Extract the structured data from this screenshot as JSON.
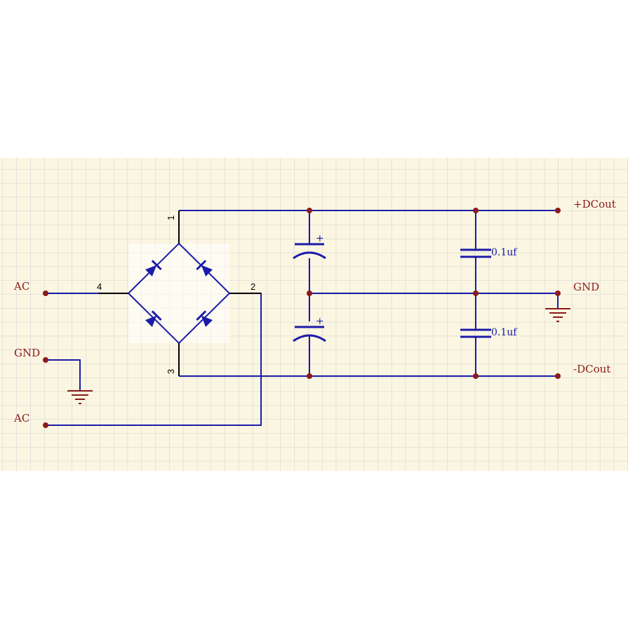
{
  "colors": {
    "sheet": "#fbf6e2",
    "grid": "#cfcfcf",
    "wire": "#1c1ca8",
    "pin_line": "#000000",
    "node": "#8b1a1a",
    "label": "#8b1a1a",
    "ground": "#8b1a1a",
    "component": "#1c1ca8"
  },
  "ports": {
    "ac_top": "AC",
    "gnd_left": "GND",
    "ac_bottom": "AC",
    "dc_plus": "+DCout",
    "gnd_right": "GND",
    "dc_minus": "-DCout"
  },
  "bridge": {
    "pin_1": "1",
    "pin_2": "2",
    "pin_3": "3",
    "pin_4": "4",
    "diode_count": 4
  },
  "capacitors": {
    "electrolytic_mark_top": "+",
    "electrolytic_mark_bottom": "+",
    "ceramic_top_value": "0.1uf",
    "ceramic_bottom_value": "0.1uf"
  },
  "icons": [
    "ground-icon",
    "diode-icon",
    "electrolytic-capacitor-icon",
    "capacitor-icon",
    "junction-node-icon"
  ]
}
